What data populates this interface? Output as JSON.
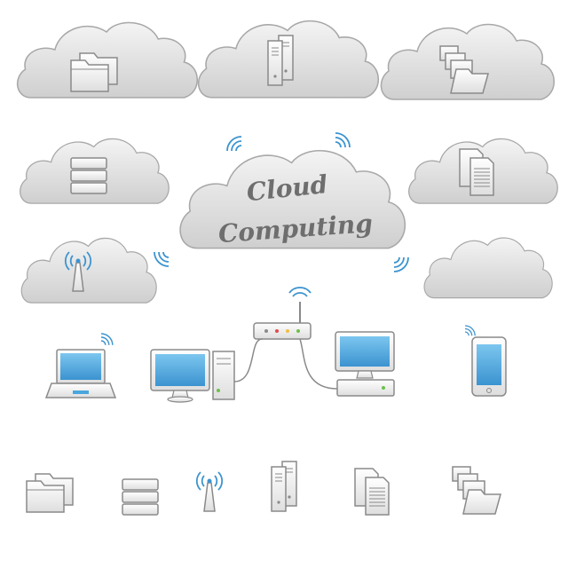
{
  "title": {
    "line1": "Cloud",
    "line2": "Computing"
  },
  "colors": {
    "cloud_fill": "#dcdcdc",
    "cloud_stroke": "#a8a8a8",
    "screen_blue": "#4aa6dc",
    "signal_blue": "#3d94d0",
    "device_fill": "#f2f2f2",
    "device_stroke": "#8a8a8a"
  },
  "clouds": [
    {
      "name": "folders-cloud",
      "icon": "folders-icon"
    },
    {
      "name": "servers-cloud",
      "icon": "server-towers-icon"
    },
    {
      "name": "folder-stack-cloud",
      "icon": "folder-stack-icon"
    },
    {
      "name": "database-cloud",
      "icon": "database-icon"
    },
    {
      "name": "documents-cloud",
      "icon": "documents-icon"
    },
    {
      "name": "antenna-cloud",
      "icon": "antenna-icon"
    },
    {
      "name": "empty-cloud",
      "icon": ""
    }
  ],
  "devices": [
    "laptop-icon",
    "desktop-computer-icon",
    "router-icon",
    "desktop-workstation-icon",
    "smartphone-icon"
  ],
  "legend_icons": [
    "folders-icon",
    "database-icon",
    "antenna-icon",
    "server-towers-icon",
    "documents-icon",
    "folder-stack-icon"
  ]
}
